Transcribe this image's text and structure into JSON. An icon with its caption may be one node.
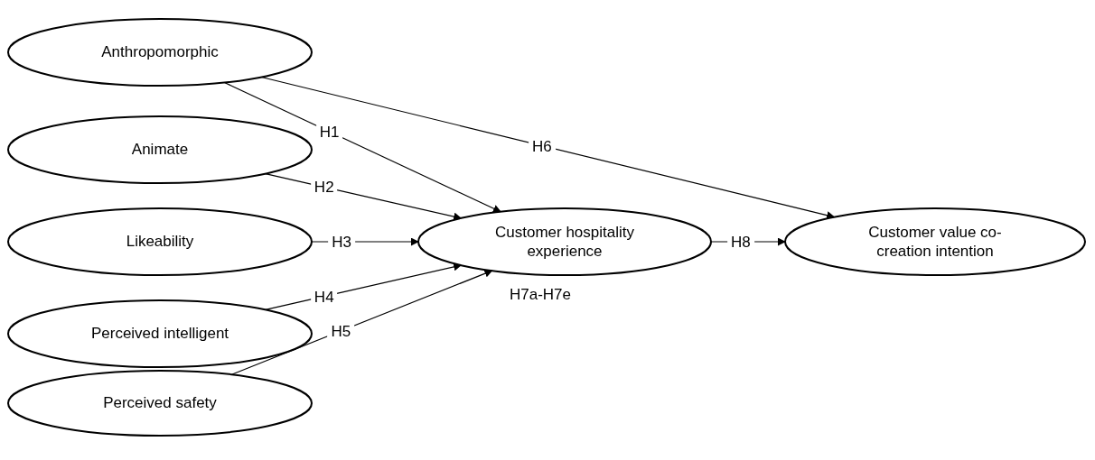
{
  "diagram": {
    "nodes": [
      {
        "text": [
          "Anthropomorphic"
        ]
      },
      {
        "text": [
          "Animate"
        ]
      },
      {
        "text": [
          "Likeability"
        ]
      },
      {
        "text": [
          "Perceived intelligent"
        ]
      },
      {
        "text": [
          "Perceived safety"
        ]
      },
      {
        "text": [
          "Customer hospitality experience"
        ]
      },
      {
        "text": [
          "Customer value co-creation intention"
        ]
      }
    ],
    "edges": [
      {
        "from": 0,
        "to": 5,
        "arrow": "to",
        "label": "H1"
      },
      {
        "from": 1,
        "to": 5,
        "arrow": "to",
        "label": "H2"
      },
      {
        "from": 2,
        "to": 5,
        "arrow": "to",
        "label": "H3"
      },
      {
        "from": 3,
        "to": 5,
        "arrow": "to",
        "label": "H4"
      },
      {
        "from": 4,
        "to": 5,
        "arrow": "to",
        "label": "H5"
      },
      {
        "from": 0,
        "to": 6,
        "arrow": "to",
        "label": "H6"
      },
      {
        "from": 5,
        "to": 6,
        "arrow": "to",
        "label": "H8"
      }
    ],
    "labels": [
      "H7a-H7e"
    ]
  }
}
